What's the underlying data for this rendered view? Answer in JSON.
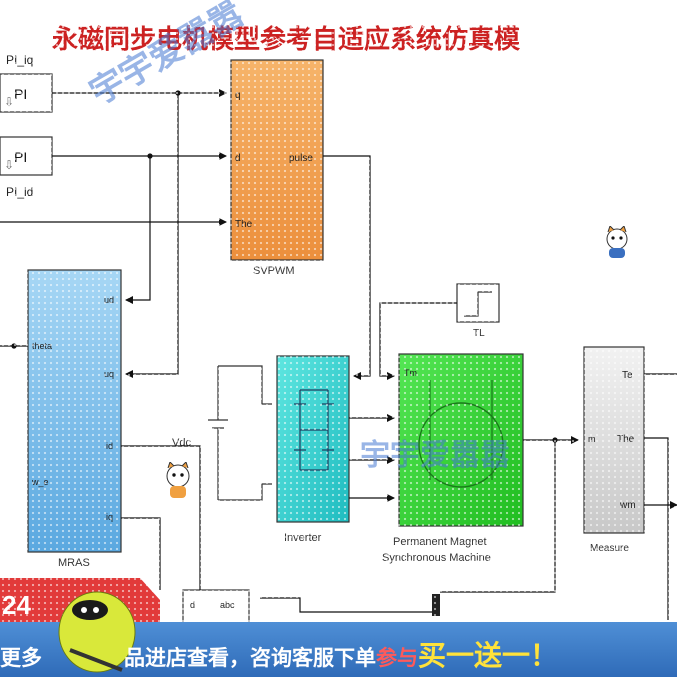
{
  "title": "永磁同步电机模型参考自适应系统仿真模",
  "watermark": "宇宇爱嚣嚣",
  "watermark2": "宇宇爱嚣嚣",
  "blocks": {
    "pi_iq": {
      "name": "PI_iq",
      "label": "PI"
    },
    "pi_id": {
      "name": "PI_id",
      "label": "PI"
    },
    "svpwm": {
      "name": "SVPWM",
      "ports": {
        "q": "q",
        "d": "d",
        "theta": "The",
        "pulse": "pulse"
      }
    },
    "mras": {
      "name": "MRAS",
      "ports": {
        "theta": "theta",
        "ud": "ud",
        "uq": "uq",
        "id": "id",
        "iq": "iq",
        "w": "w_e"
      }
    },
    "inverter": {
      "name": "Inverter"
    },
    "vdc": {
      "name": "Vdc"
    },
    "pmsm": {
      "name1": "Permanent Magnet",
      "name2": "Synchronous Machine",
      "port": "Tm"
    },
    "tl": {
      "name": "TL"
    },
    "measure": {
      "name": "Measure",
      "ports": {
        "m": "m",
        "te": "Te",
        "the": "The",
        "wm": "wm"
      }
    },
    "dq_block": {
      "label1": "d",
      "label2": "abc"
    }
  },
  "bottom_banner": {
    "part1": "更多",
    "part2": "品进店查看，咨询客服下单",
    "part3": "参与",
    "part4": "买一送一！"
  },
  "corner_badge": "24",
  "colors": {
    "svpwm": "#f0a050",
    "mras": "#8ec8ee",
    "inverter": "#3ed6d0",
    "pmsm": "#3ad23a",
    "measure": "#d8d8d8",
    "title": "#d02020",
    "banner": "#3a78c4"
  }
}
